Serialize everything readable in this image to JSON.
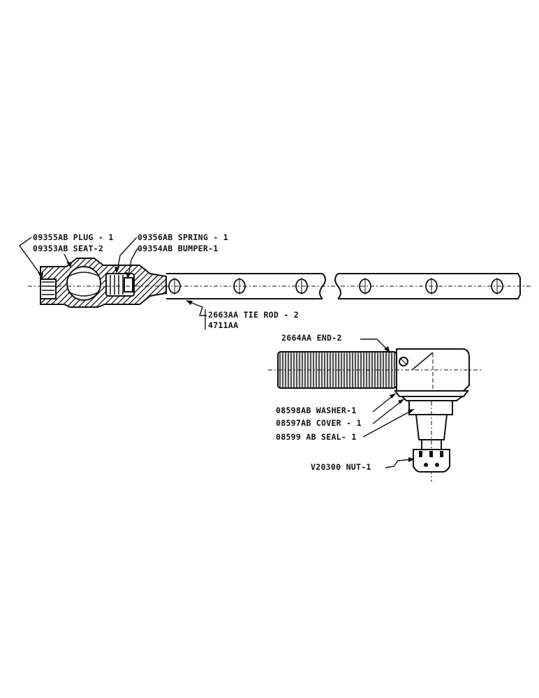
{
  "diagram": {
    "labels": {
      "plug": "09355AB PLUG - 1",
      "seat": "09353AB SEAT-2",
      "spring": "09356AB SPRING - 1",
      "bumper": "09354AB BUMPER-1",
      "tie_rod_line1": "2663AA TIE ROD - 2",
      "tie_rod_line2": "4711AA",
      "end": "2664AA END-2",
      "washer": "08598AB WASHER-1",
      "cover": "08597AB COVER - 1",
      "seal": "08599 AB SEAL- 1",
      "nut": "V20300 NUT-1"
    }
  }
}
